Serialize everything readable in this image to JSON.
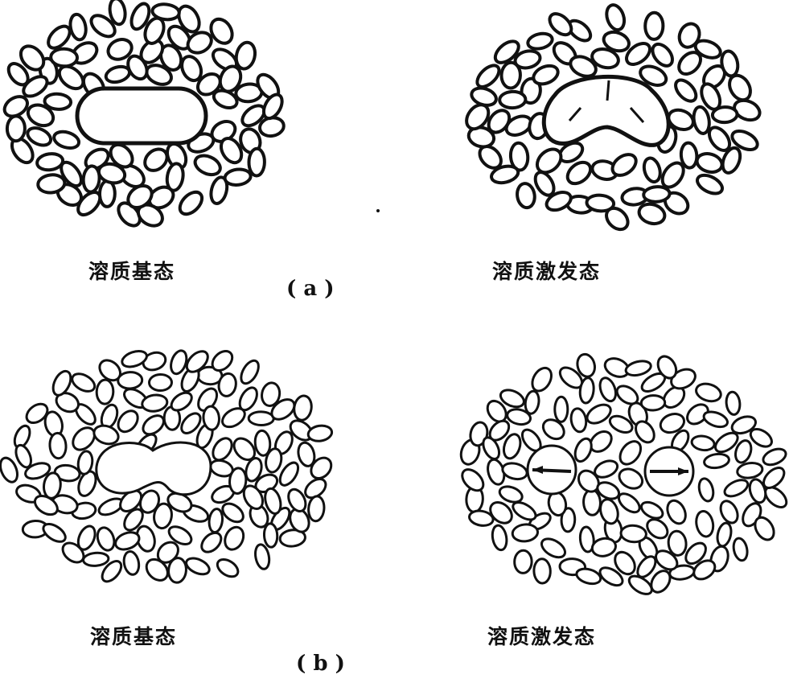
{
  "panels": {
    "a_ground": {
      "caption": "溶质基态"
    },
    "a_excited": {
      "caption": "溶质激发态"
    },
    "b_ground": {
      "caption": "溶质基态"
    },
    "b_excited": {
      "caption": "溶质激发态"
    }
  },
  "parts": {
    "a": "( a )",
    "b": "( b )"
  },
  "colors": {
    "ink": "#111111",
    "paper": "#ffffff"
  }
}
